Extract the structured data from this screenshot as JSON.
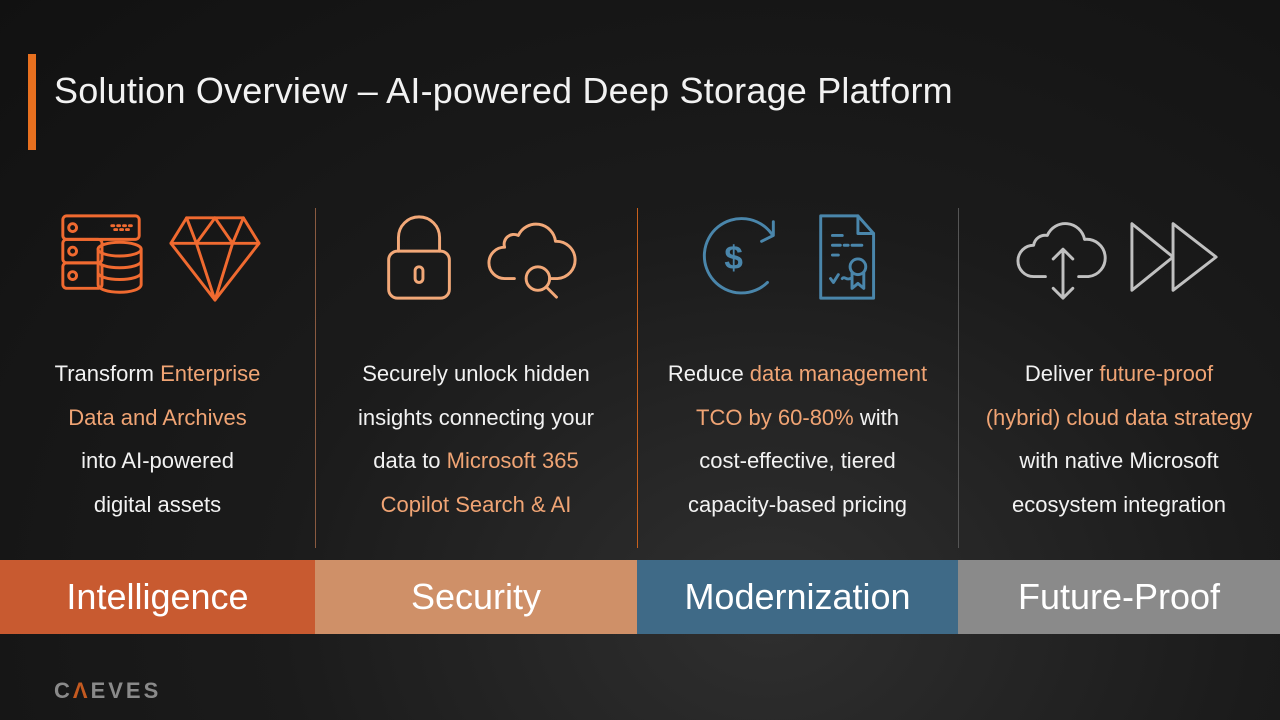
{
  "title": "Solution Overview – AI-powered Deep Storage Platform",
  "logo": {
    "text": "CAEVES"
  },
  "columns": [
    {
      "label": "Intelligence",
      "color": "#c85a30",
      "icon_color": "#f06a30",
      "icons": [
        "server-database-icon",
        "diamond-icon"
      ],
      "lines": [
        [
          {
            "t": "Transform "
          },
          {
            "t": "Enterprise",
            "h": 1
          }
        ],
        [
          {
            "t": "Data and Archives",
            "h": 1
          }
        ],
        [
          {
            "t": "into AI-powered"
          }
        ],
        [
          {
            "t": "digital assets"
          }
        ]
      ]
    },
    {
      "label": "Security",
      "color": "#cf9068",
      "icon_color": "#f2a878",
      "icons": [
        "padlock-icon",
        "cloud-search-icon"
      ],
      "lines": [
        [
          {
            "t": "Securely unlock hidden"
          }
        ],
        [
          {
            "t": "insights connecting your"
          }
        ],
        [
          {
            "t": "data to "
          },
          {
            "t": "Microsoft 365",
            "h": 1
          }
        ],
        [
          {
            "t": "Copilot Search & AI",
            "h": 1
          }
        ]
      ]
    },
    {
      "label": "Modernization",
      "color": "#3f6a87",
      "icon_color": "#4a86ab",
      "icons": [
        "dollar-refresh-icon",
        "certificate-document-icon"
      ],
      "lines": [
        [
          {
            "t": "Reduce "
          },
          {
            "t": "data management",
            "h": 1
          }
        ],
        [
          {
            "t": "TCO by 60-80%",
            "h": 1
          },
          {
            "t": " with"
          }
        ],
        [
          {
            "t": "cost-effective, tiered"
          }
        ],
        [
          {
            "t": "capacity-based pricing"
          }
        ]
      ]
    },
    {
      "label": "Future-Proof",
      "color": "#8a8a8a",
      "icon_color": "#c0c0c0",
      "icons": [
        "cloud-upload-download-icon",
        "fast-forward-icon"
      ],
      "lines": [
        [
          {
            "t": "Deliver "
          },
          {
            "t": "future-proof",
            "h": 1
          }
        ],
        [
          {
            "t": "(hybrid) cloud data strategy",
            "h": 1
          }
        ],
        [
          {
            "t": "with native Microsoft"
          }
        ],
        [
          {
            "t": "ecosystem integration"
          }
        ]
      ]
    }
  ]
}
